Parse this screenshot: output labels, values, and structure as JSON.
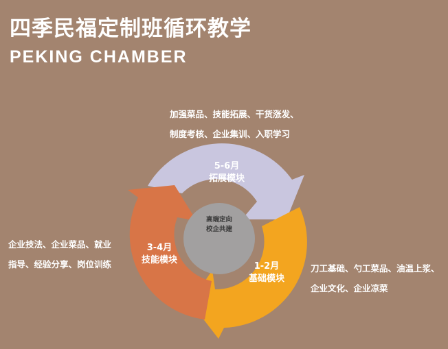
{
  "title": "四季民福定制班循环教学",
  "subtitle": "PEKING CHAMBER",
  "center": {
    "line1": "高端定向",
    "line2": "校企共建"
  },
  "segments": {
    "top": {
      "period": "5-6月",
      "module": "拓展模块",
      "color": "#c9c6df",
      "desc": [
        "加强菜品、技能拓展、干货涨发、",
        "制度考核、企业集训、入职学习"
      ]
    },
    "left": {
      "period": "3-4月",
      "module": "技能模块",
      "color": "#d87547",
      "desc": [
        "企业技法、企业菜品、就业",
        "指导、经验分享、岗位训练"
      ]
    },
    "right": {
      "period": "1-2月",
      "module": "基础模块",
      "color": "#f3a51f",
      "desc": [
        "刀工基础、勺工菜品、油温上浆、",
        "企业文化、企业凉菜"
      ]
    }
  },
  "colors": {
    "background": "#a3846f",
    "center_circle": "#a2a0a0"
  }
}
